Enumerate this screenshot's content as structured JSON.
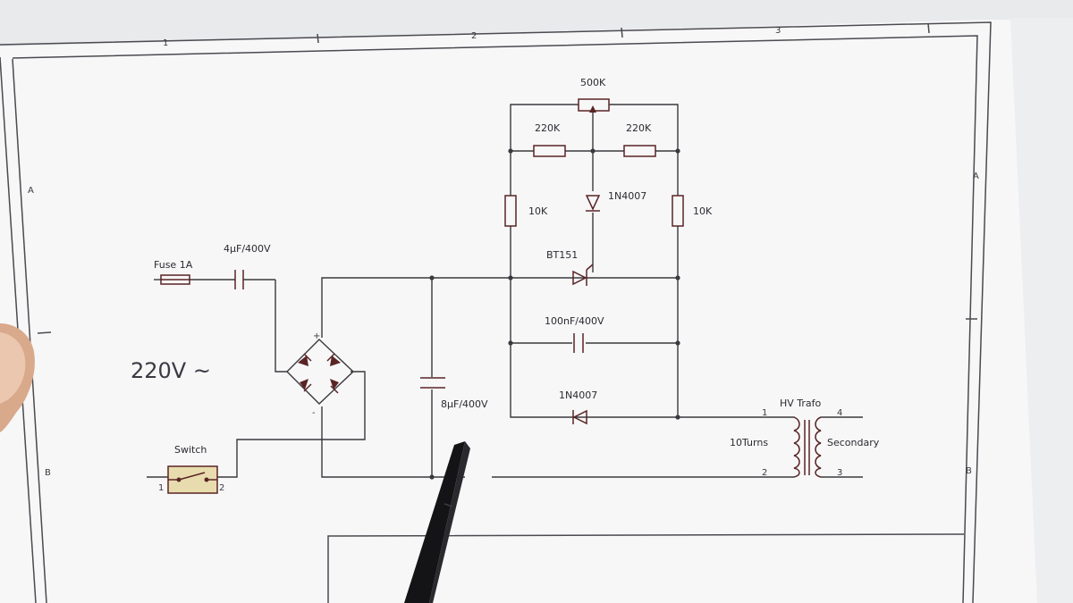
{
  "zones": {
    "top": [
      "1",
      "2",
      "3"
    ],
    "side": [
      "A",
      "B"
    ]
  },
  "source_label": "220V ~",
  "labels": {
    "fuse": "Fuse 1A",
    "cap_in": "4µF/400V",
    "switch": "Switch",
    "switch_pin1": "1",
    "switch_pin2": "2",
    "bridge_plus": "+",
    "bridge_minus": "-",
    "cap_bulk": "8µF/400V",
    "pot": "500K",
    "r_left": "220K",
    "r_right": "220K",
    "r_10k_left": "10K",
    "r_10k_right": "10K",
    "diode_top": "1N4007",
    "scr": "BT151",
    "cap_snub": "100nF/400V",
    "diode_bottom": "1N4007",
    "trafo": "HV Trafo",
    "primary": "10Turns",
    "secondary": "Secondary",
    "pin1": "1",
    "pin2": "2",
    "pin3": "3",
    "pin4": "4"
  },
  "colors": {
    "paper": "#f7f7f8",
    "wire": "#3a3a3e",
    "component": "#5a2424",
    "switch_fill": "#e8dcae",
    "pen": "#151515"
  },
  "icons": {
    "pointer": "pen-icon",
    "finger": "fingertip"
  }
}
